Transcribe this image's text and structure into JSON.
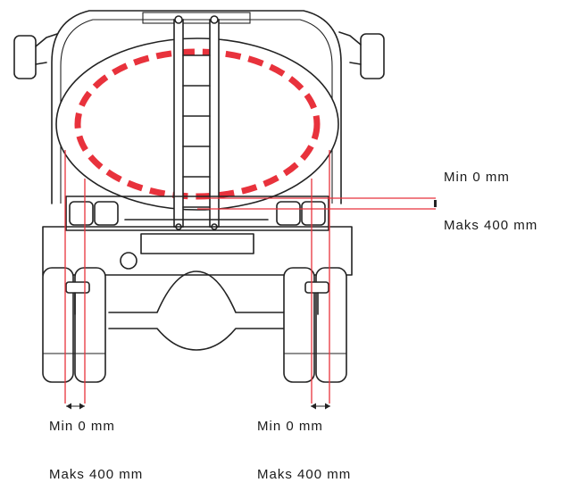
{
  "diagram": {
    "accent_color": "#e8323c",
    "line_color": "#222222",
    "labels": {
      "right_min": "Min 0 mm",
      "right_max": "Maks 400 mm",
      "left_min": "Min 0 mm",
      "left_max": "Maks 400 mm",
      "center_min": "Min 0 mm",
      "center_max": "Maks 400 mm"
    }
  }
}
